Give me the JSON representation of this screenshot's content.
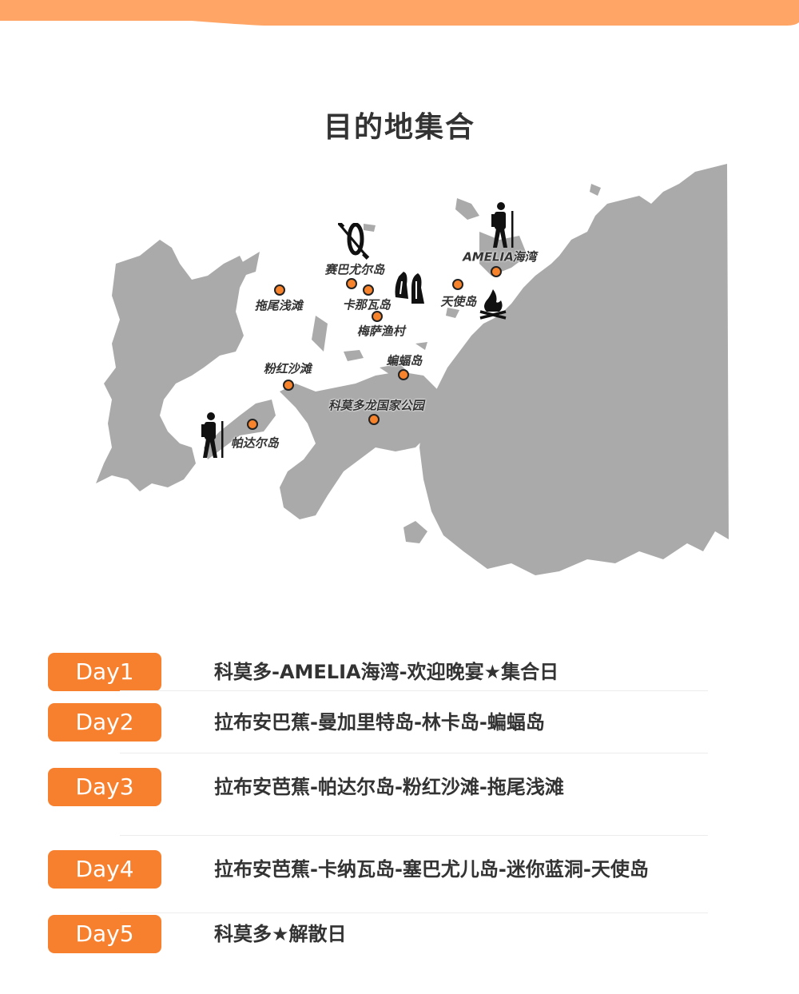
{
  "title": "目的地集合",
  "colors": {
    "accent": "#f7802f",
    "top_bar": "#ffa566",
    "land": "#aaaaaa",
    "text": "#333333"
  },
  "map": {
    "locations": [
      {
        "name": "拖尾浅滩"
      },
      {
        "name": "赛巴尤尔岛"
      },
      {
        "name": "卡那瓦岛"
      },
      {
        "name": "梅萨渔村"
      },
      {
        "name": "蝙蝠岛"
      },
      {
        "name": "粉红沙滩"
      },
      {
        "name": "科莫多龙国家公园"
      },
      {
        "name": "帕达尔岛"
      },
      {
        "name": "天使岛"
      },
      {
        "name": "AMELIA海湾"
      }
    ],
    "icons": [
      "hiker-icon",
      "kayak-icon",
      "flippers-icon",
      "campfire-icon"
    ]
  },
  "itinerary": [
    {
      "day": "Day1",
      "route": "科莫多-AMELIA海湾-欢迎晚宴★集合日"
    },
    {
      "day": "Day2",
      "route": "拉布安巴蕉-曼加里特岛-林卡岛-蝙蝠岛"
    },
    {
      "day": "Day3",
      "route": "拉布安芭蕉-帕达尔岛-粉红沙滩-拖尾浅滩"
    },
    {
      "day": "Day4",
      "route": "拉布安芭蕉-卡纳瓦岛-塞巴尤儿岛-迷你蓝洞-天使岛"
    },
    {
      "day": "Day5",
      "route": "科莫多★解散日"
    }
  ]
}
